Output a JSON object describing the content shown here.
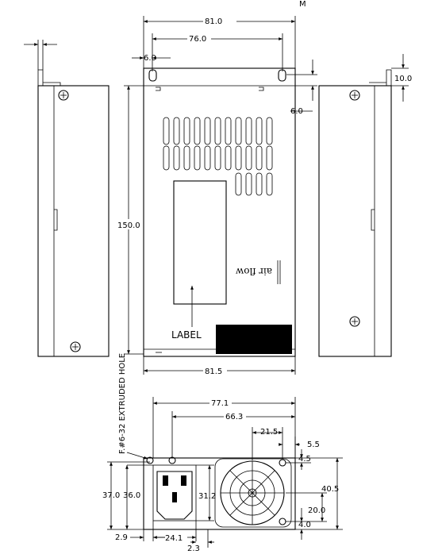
{
  "corner_mark": "M",
  "top_view": {
    "dim_81_0": "81.0",
    "dim_76_0": "76.0",
    "dim_6_0_top": "6.0",
    "dim_6_0_right": "6.0",
    "dim_150_0": "150.0",
    "dim_81_5": "81.5",
    "label_text": "LABEL",
    "airflow_text": "air flow"
  },
  "right_side_view": {
    "dim_10_0": "10.0"
  },
  "front_view": {
    "extruded_hole_note": "F.#6-32 EXTRUDED HOLE",
    "dim_77_1": "77.1",
    "dim_66_3": "66.3",
    "dim_21_5": "21.5",
    "dim_5_5": "5.5",
    "dim_4_5": "4.5",
    "dim_40_5": "40.5",
    "dim_37_0": "37.0",
    "dim_36_0": "36.0",
    "dim_31_2": "31.2",
    "dim_20_0": "20.0",
    "dim_4_0": "4.0",
    "dim_2_9": "2.9",
    "dim_24_1": "24.1",
    "dim_2_3": "2.3"
  }
}
